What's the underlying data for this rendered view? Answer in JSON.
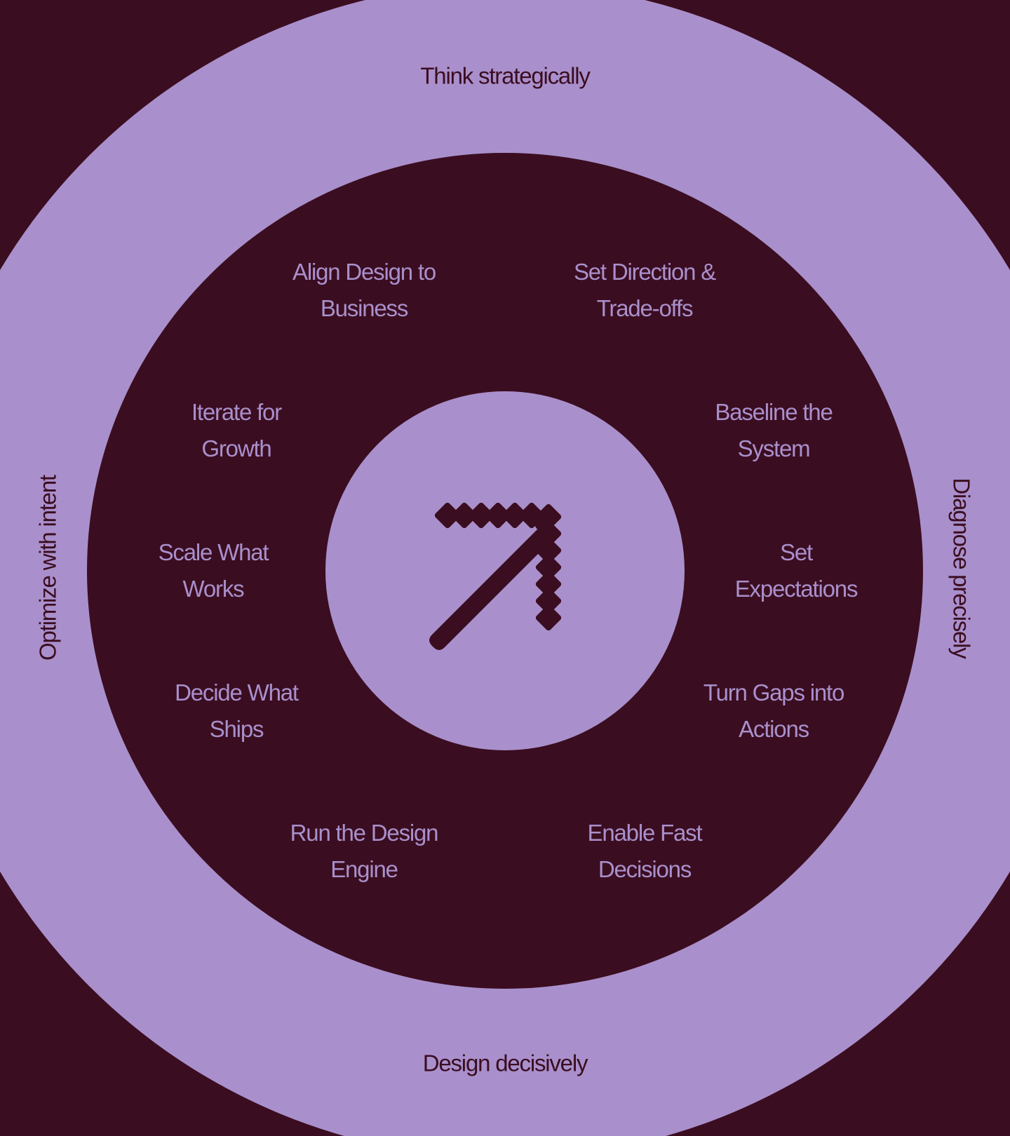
{
  "colors": {
    "dark": "#3b0d20",
    "light": "#a990cc"
  },
  "outer_labels": {
    "top": "Think strategically",
    "right": "Diagnose precisely",
    "bottom": "Design decisively",
    "left": "Optimize with intent"
  },
  "segments": [
    {
      "line1": "Align Design to",
      "line2": "Business"
    },
    {
      "line1": "Set Direction &",
      "line2": "Trade-offs"
    },
    {
      "line1": "Baseline the",
      "line2": "System"
    },
    {
      "line1": "Set",
      "line2": "Expectations"
    },
    {
      "line1": "Turn Gaps into",
      "line2": "Actions"
    },
    {
      "line1": "Enable Fast",
      "line2": "Decisions"
    },
    {
      "line1": "Run the Design",
      "line2": "Engine"
    },
    {
      "line1": "Decide What",
      "line2": "Ships"
    },
    {
      "line1": "Scale What",
      "line2": "Works"
    },
    {
      "line1": "Iterate for",
      "line2": "Growth"
    }
  ],
  "center": {
    "icon": "pixel-arrow-up-right-icon"
  }
}
